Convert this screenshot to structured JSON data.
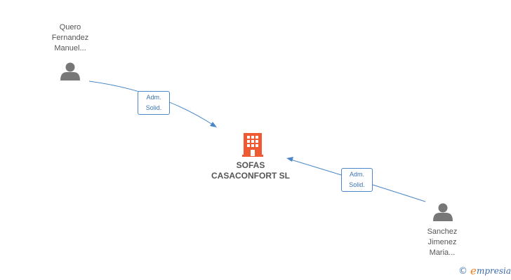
{
  "company": {
    "line1": "SOFAS",
    "line2": "CASACONFORT SL",
    "icon": "building-icon",
    "color": "#f05a32"
  },
  "persons": [
    {
      "line1": "Quero",
      "line2": "Fernandez",
      "line3": "Manuel...",
      "icon": "person-icon"
    },
    {
      "line1": "Sanchez",
      "line2": "Jimenez",
      "line3": "Maria...",
      "icon": "person-icon"
    }
  ],
  "edges": [
    {
      "line1": "Adm.",
      "line2": "Solid."
    },
    {
      "line1": "Adm.",
      "line2": "Solid."
    }
  ],
  "colors": {
    "edge": "#4a86c8",
    "person": "#777777",
    "text": "#555555"
  },
  "brand": {
    "copyright": "©",
    "initial": "e",
    "name": "mpresia"
  }
}
